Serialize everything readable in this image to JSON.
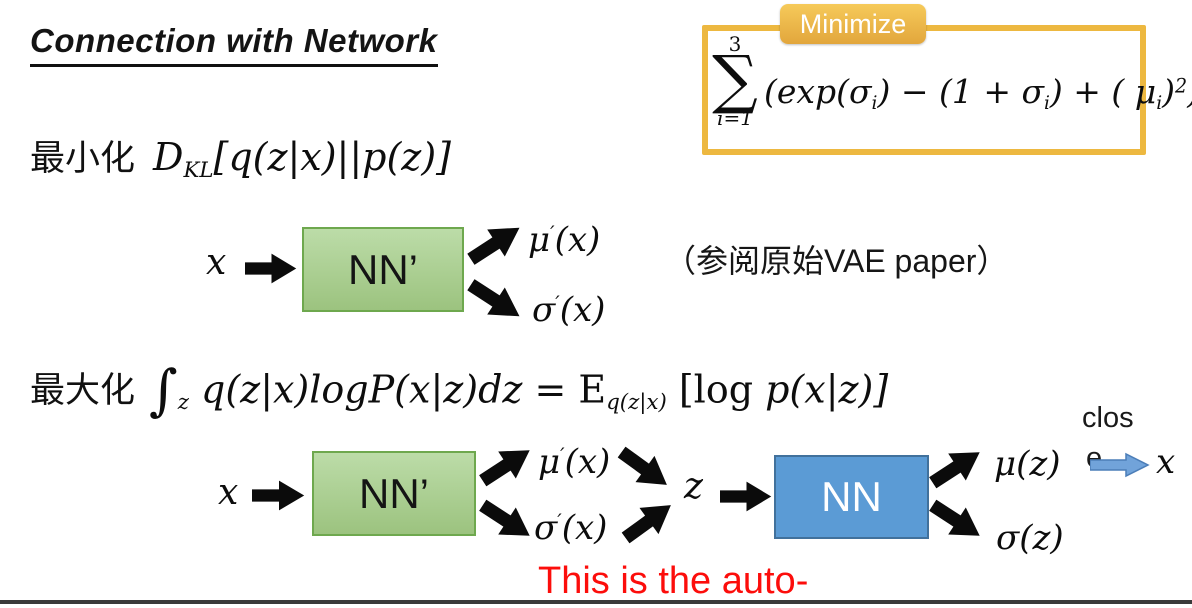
{
  "slide": {
    "title": "Connection with Network",
    "caption": "This is the auto-",
    "paper_note": "（参阅原始VAE paper）"
  },
  "minimize_box": {
    "tab_label": "Minimize",
    "sum_upper": "3",
    "sum_symbol": "∑",
    "sum_lower": "i=1",
    "expression_tokens": [
      {
        "t": "(exp(σ",
        "k": "it"
      },
      {
        "t": "i",
        "k": "sub"
      },
      {
        "t": ") − (1 + σ",
        "k": "it"
      },
      {
        "t": "i",
        "k": "sub"
      },
      {
        "t": ") + ( μ",
        "k": "it"
      },
      {
        "t": "i",
        "k": "sub"
      },
      {
        "t": ")",
        "k": "it"
      },
      {
        "t": "2",
        "k": "sup"
      },
      {
        "t": ")",
        "k": "it"
      }
    ]
  },
  "min_line": {
    "label": "最小化",
    "formula_tokens": [
      {
        "t": "D",
        "k": "it"
      },
      {
        "t": "KL",
        "k": "sub"
      },
      {
        "t": "[q(z|x)||p(z)]",
        "k": "it"
      }
    ]
  },
  "max_line": {
    "label": "最大化",
    "formula_tokens": [
      {
        "t": "∫",
        "k": "int"
      },
      {
        "t": "z",
        "k": "sub"
      },
      {
        "t": "  q(z|x)logP(x|z)dz",
        "k": "it"
      },
      {
        "t": " = E",
        "k": "up"
      },
      {
        "t": "q(z|x)",
        "k": "sub"
      },
      {
        "t": " [log ",
        "k": "up"
      },
      {
        "t": "p(x|z)]",
        "k": "it"
      }
    ]
  },
  "encoder_diagram": {
    "input": "x",
    "network_label": "NN’",
    "output_mu_tokens": [
      {
        "t": "μ",
        "k": "it"
      },
      {
        "t": "′",
        "k": "sup"
      },
      {
        "t": "(x)",
        "k": "it"
      }
    ],
    "output_sigma_tokens": [
      {
        "t": "σ",
        "k": "it"
      },
      {
        "t": "′",
        "k": "sup"
      },
      {
        "t": "(x)",
        "k": "it"
      }
    ]
  },
  "autoencoder_diagram": {
    "input": "x",
    "encoder_label": "NN’",
    "output_mu_tokens": [
      {
        "t": "μ",
        "k": "it"
      },
      {
        "t": "′",
        "k": "sup"
      },
      {
        "t": "(x)",
        "k": "it"
      }
    ],
    "output_sigma_tokens": [
      {
        "t": "σ",
        "k": "it"
      },
      {
        "t": "′",
        "k": "sup"
      },
      {
        "t": "(x)",
        "k": "it"
      }
    ],
    "latent": "z",
    "decoder_label": "NN",
    "decoder_mu_tokens": [
      {
        "t": "μ(z)",
        "k": "it"
      }
    ],
    "decoder_sigma_tokens": [
      {
        "t": "σ(z)",
        "k": "it"
      }
    ],
    "close_line1": "clos",
    "close_line2": "e",
    "reconstruction": "x"
  },
  "icons": {
    "black_arrow": "block-arrow-right",
    "diagonal_arrow": "block-arrow-diagonal",
    "blue_arrow": "block-arrow-right-blue",
    "sigma_symbol": "∑"
  },
  "colors": {
    "c-yellow": "#EDB840",
    "c-tab-top": "#F6CA5A",
    "c-tab-bottom": "#E2A63C",
    "c-green-fill-top": "#BCDCA8",
    "c-green-fill-bottom": "#9CC37F",
    "c-green-border": "#6EA84E",
    "c-blue-fill": "#5B9BD5",
    "c-blue-border": "#41719C",
    "c-blue-arrow-fill": "#71A3DA",
    "c-blue-arrow-border": "#4C7EB8",
    "c-red": "#FC0D0B",
    "c-black": "#0B0B0B",
    "c-bottom-bar": "#3A3A3A"
  }
}
